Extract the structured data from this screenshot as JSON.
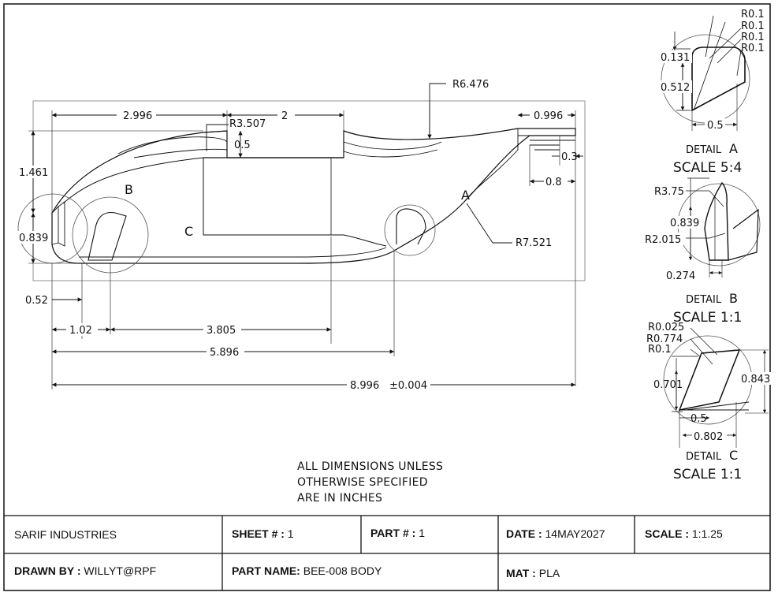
{
  "dimensions": {
    "r6476": "R6.476",
    "d2996": "2.996",
    "r3507": "R3.507",
    "d2": "2",
    "d05": "0.5",
    "d0996": "0.996",
    "d03": "0.3",
    "d08": "0.8",
    "d1461": "1.461",
    "d0839": "0.839",
    "r7521": "R7.521",
    "d052": "0.52",
    "d102": "1.02",
    "d3805": "3.805",
    "d5896": "5.896",
    "d8996": "8.996",
    "tol": "±0.004"
  },
  "view_labels": {
    "a": "A",
    "b": "B",
    "c": "C"
  },
  "detail_a": {
    "radii": [
      "R0.1",
      "R0.1",
      "R0.1",
      "R0.1"
    ],
    "d0131": "0.131",
    "d0512": "0.512",
    "d05": "0.5",
    "title": "DETAIL",
    "letter": "A",
    "scale": "SCALE 5:4"
  },
  "detail_b": {
    "r375": "R3.75",
    "d0839": "0.839",
    "r2015": "R2.015",
    "d0274": "0.274",
    "title": "DETAIL",
    "letter": "B",
    "scale": "SCALE 1:1"
  },
  "detail_c": {
    "r0025": "R0.025",
    "r0774": "R0.774",
    "r01": "R0.1",
    "d0701": "0.701",
    "d0843": "0.843",
    "d05": "0.5",
    "d0802": "0.802",
    "title": "DETAIL",
    "letter": "C",
    "scale": "SCALE 1:1"
  },
  "notes": [
    "ALL DIMENSIONS UNLESS",
    "OTHERWISE SPECIFIED",
    "ARE IN INCHES"
  ],
  "title_block": {
    "company": "SARIF INDUSTRIES",
    "sheet_label": "SHEET # :",
    "sheet_value": "1",
    "part_label": "PART # :",
    "part_value": "1",
    "date_label": "DATE :",
    "date_value": "14MAY2027",
    "scale_label": "SCALE :",
    "scale_value": "1:1.25",
    "drawn_label": "DRAWN BY :",
    "drawn_value": "WILLYT@RPF",
    "partname_label": "PART NAME:",
    "partname_value": "BEE-008 BODY",
    "mat_label": "MAT :",
    "mat_value": "PLA"
  }
}
